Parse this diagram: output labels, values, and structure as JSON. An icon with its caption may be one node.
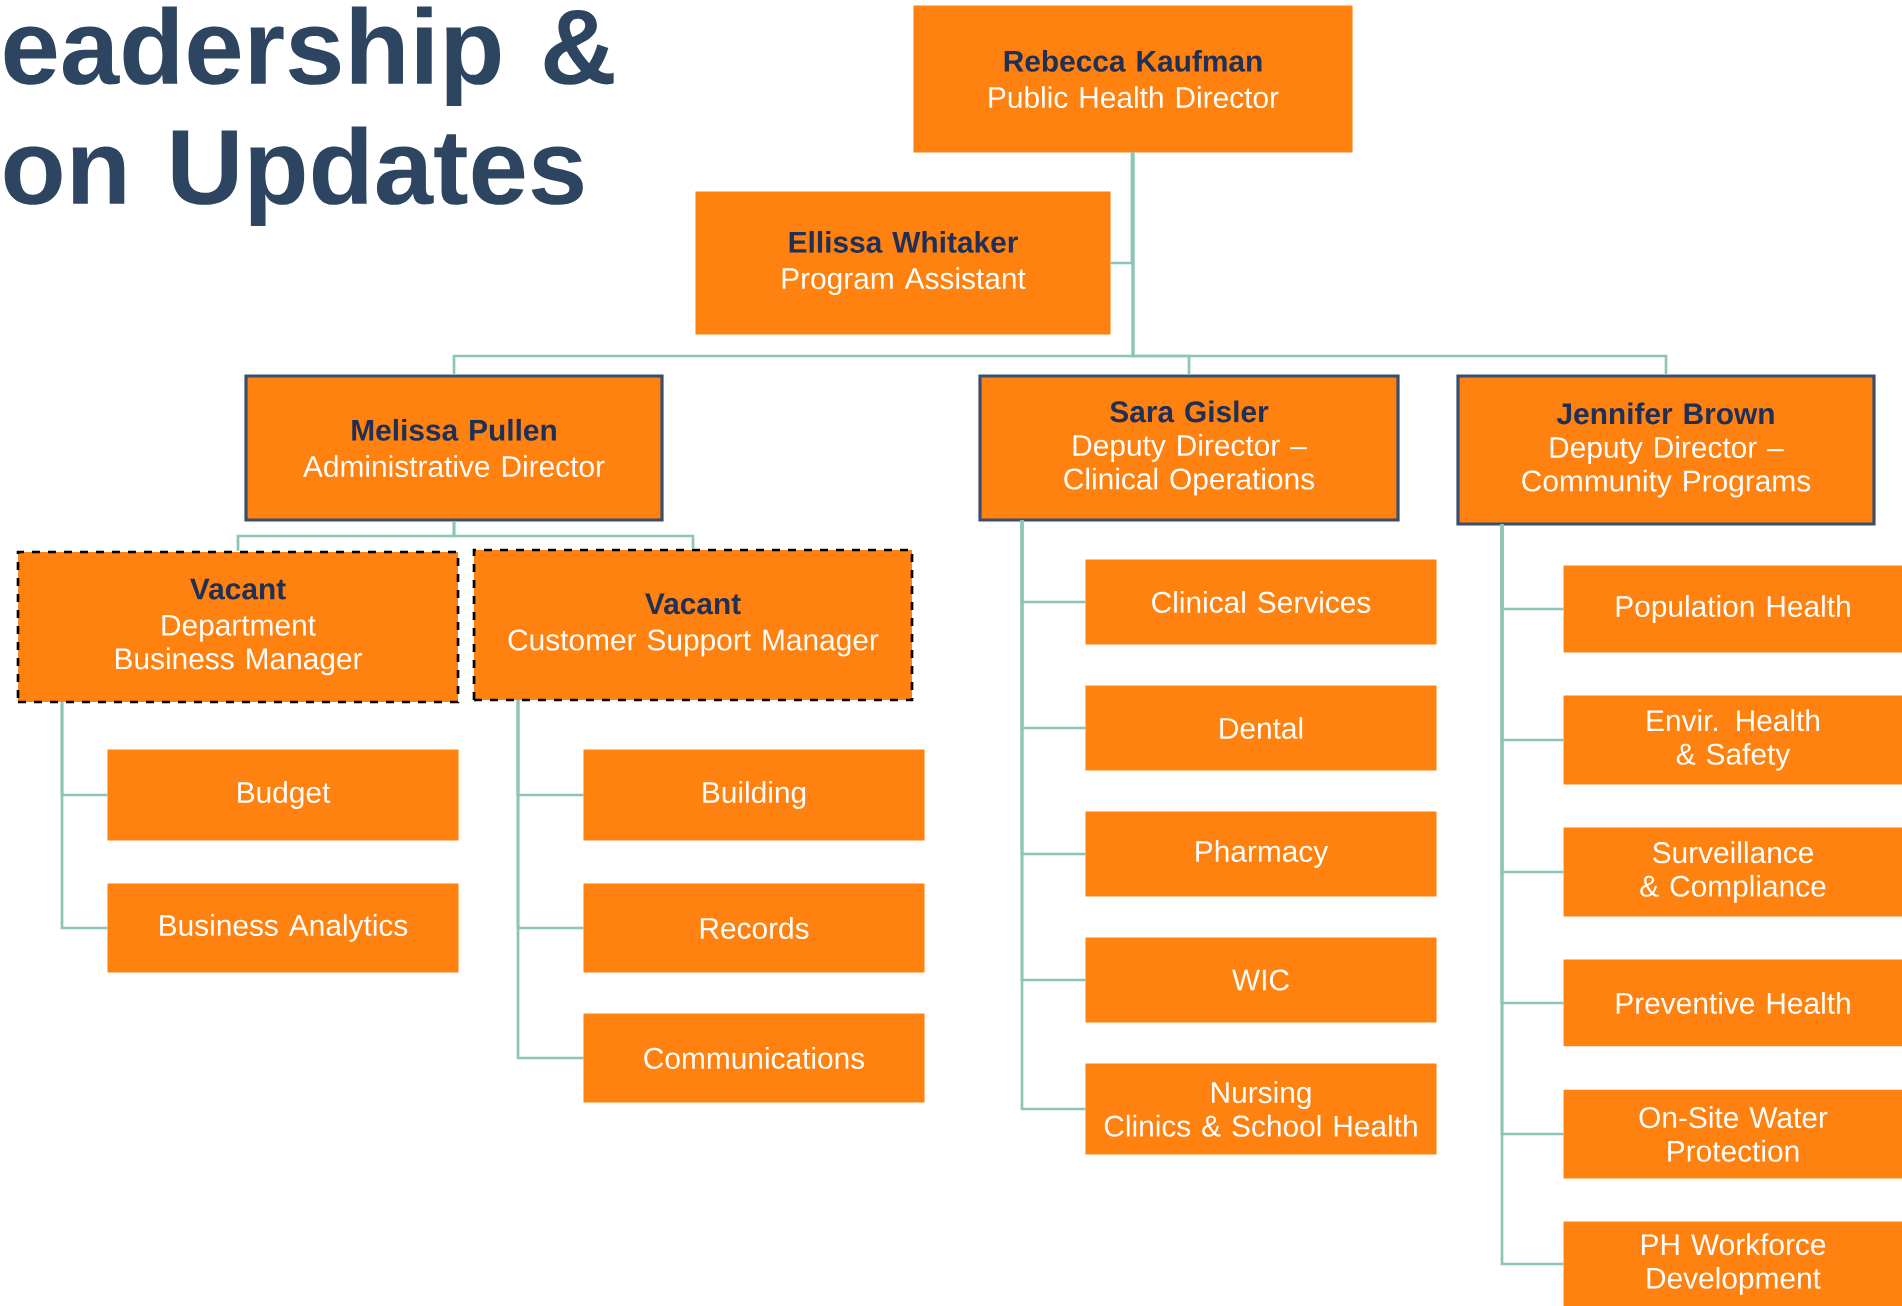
{
  "diagram": {
    "title": "eadership & on Updates",
    "nodes": [
      {
        "text": [
          "Rebecca Kaufman",
          "Public Health Director"
        ]
      },
      {
        "text": [
          "Ellissa Whitaker",
          "Program Assistant"
        ]
      },
      {
        "text": [
          "Melissa Pullen",
          "Administrative Director"
        ]
      },
      {
        "text": [
          "Sara Gisler",
          "Deputy Director – Clinical Operations"
        ]
      },
      {
        "text": [
          "Jennifer Brown",
          "Deputy Director – Community Programs"
        ]
      },
      {
        "text": [
          "Vacant",
          "Department Business Manager"
        ]
      },
      {
        "text": [
          "Vacant",
          "Customer Support Manager"
        ]
      },
      {
        "text": [
          "Budget"
        ]
      },
      {
        "text": [
          "Business Analytics"
        ]
      },
      {
        "text": [
          "Building"
        ]
      },
      {
        "text": [
          "Records"
        ]
      },
      {
        "text": [
          "Communications"
        ]
      },
      {
        "text": [
          "Clinical Services"
        ]
      },
      {
        "text": [
          "Dental"
        ]
      },
      {
        "text": [
          "Pharmacy"
        ]
      },
      {
        "text": [
          "WIC"
        ]
      },
      {
        "text": [
          "Nursing",
          "Clinics & School Health"
        ]
      },
      {
        "text": [
          "Population Health"
        ]
      },
      {
        "text": [
          "Envir. Health & Safety"
        ]
      },
      {
        "text": [
          "Surveillance & Compliance"
        ]
      },
      {
        "text": [
          "Preventive Health"
        ]
      },
      {
        "text": [
          "On-Site Water Protection"
        ]
      },
      {
        "text": [
          "PH Workforce Development"
        ]
      }
    ],
    "edges": [
      {
        "from": 0,
        "to": 1,
        "arrow": "none"
      },
      {
        "from": 0,
        "to": 2,
        "arrow": "none"
      },
      {
        "from": 0,
        "to": 3,
        "arrow": "none"
      },
      {
        "from": 0,
        "to": 4,
        "arrow": "none"
      },
      {
        "from": 2,
        "to": 5,
        "arrow": "none"
      },
      {
        "from": 2,
        "to": 6,
        "arrow": "none"
      },
      {
        "from": 5,
        "to": 7,
        "arrow": "none"
      },
      {
        "from": 5,
        "to": 8,
        "arrow": "none"
      },
      {
        "from": 6,
        "to": 9,
        "arrow": "none"
      },
      {
        "from": 6,
        "to": 10,
        "arrow": "none"
      },
      {
        "from": 6,
        "to": 11,
        "arrow": "none"
      },
      {
        "from": 3,
        "to": 12,
        "arrow": "none"
      },
      {
        "from": 3,
        "to": 13,
        "arrow": "none"
      },
      {
        "from": 3,
        "to": 14,
        "arrow": "none"
      },
      {
        "from": 3,
        "to": 15,
        "arrow": "none"
      },
      {
        "from": 3,
        "to": 16,
        "arrow": "none"
      },
      {
        "from": 4,
        "to": 17,
        "arrow": "none"
      },
      {
        "from": 4,
        "to": 18,
        "arrow": "none"
      },
      {
        "from": 4,
        "to": 19,
        "arrow": "none"
      },
      {
        "from": 4,
        "to": 20,
        "arrow": "none"
      },
      {
        "from": 4,
        "to": 21,
        "arrow": "none"
      },
      {
        "from": 4,
        "to": 22,
        "arrow": "none"
      }
    ]
  }
}
